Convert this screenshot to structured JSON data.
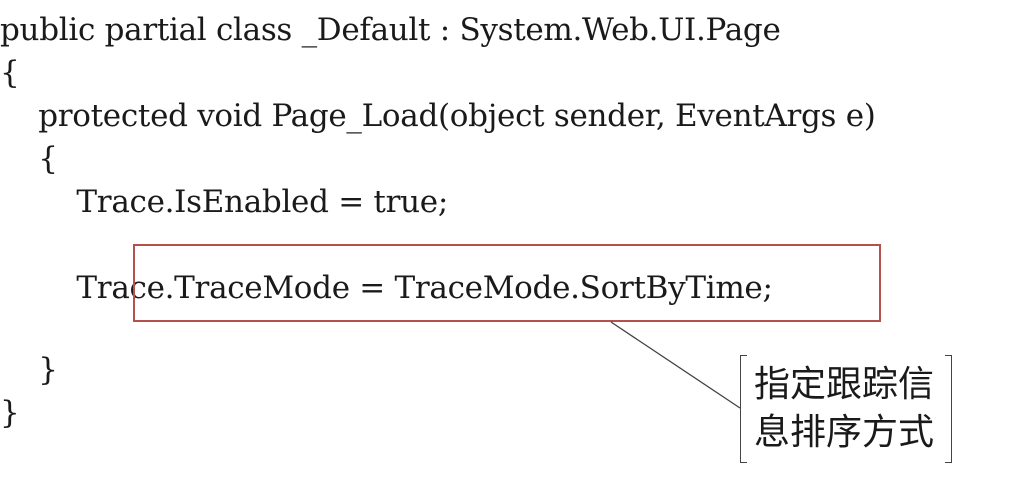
{
  "code": {
    "lines": [
      "public partial class _Default : System.Web.UI.Page",
      "{",
      "    protected void Page_Load(object sender, EventArgs e)",
      "    {",
      "        Trace.IsEnabled = true;",
      "",
      "        Trace.TraceMode = TraceMode.SortByTime;",
      "",
      "    }",
      "}"
    ]
  },
  "annotation": {
    "text": "指定跟踪信息排序方式"
  },
  "colors": {
    "highlight_border": "#b5514a",
    "text": "#1a1a1a",
    "leader_line": "#444444"
  }
}
